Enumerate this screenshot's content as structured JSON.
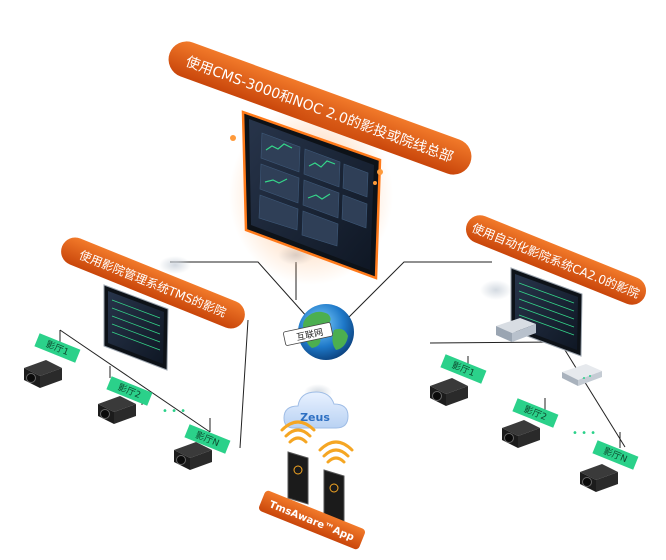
{
  "banners": {
    "hq": "使用CMS-3000和NOC 2.0的影投或院线总部",
    "tms": "使用影院管理系统TMS的影院",
    "ca": "使用自动化影院系统CA2.0的影院"
  },
  "network": {
    "internet": "互联网"
  },
  "cloud": {
    "label": "Zeus"
  },
  "app": {
    "label": "TmsAware™App"
  },
  "left_halls": [
    "影厅1",
    "影厅2",
    "影厅N"
  ],
  "right_halls": [
    "影厅1",
    "影厅2",
    "影厅N"
  ],
  "dots": "• • •",
  "colors": {
    "banner_orange": "#e8590c",
    "hall_green": "#2bd18a",
    "monitor_dark": "#1a2433",
    "line": "#222222"
  }
}
